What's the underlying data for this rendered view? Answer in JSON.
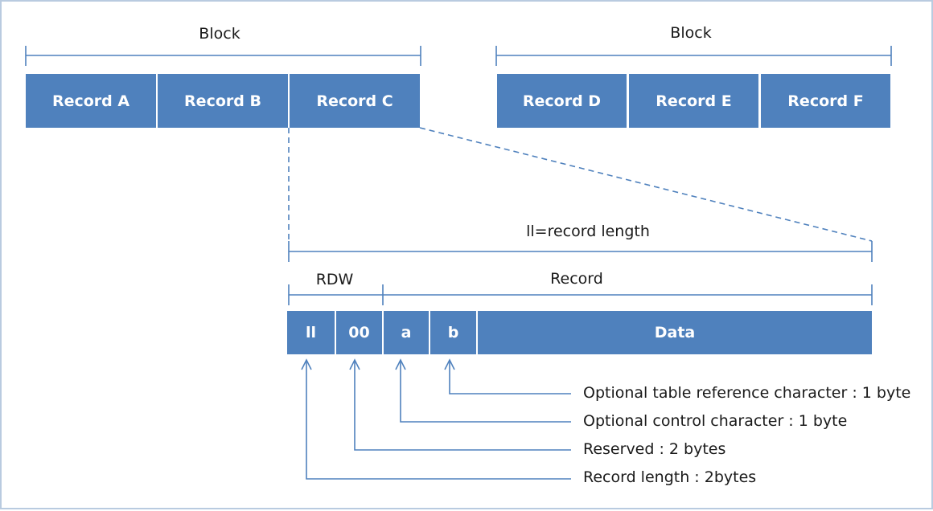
{
  "colors": {
    "box_fill": "#4f81bd",
    "line": "#4f81bd",
    "text": "#1a1a1a",
    "frame": "#b9cbe0"
  },
  "blocks": [
    {
      "label": "Block",
      "records": [
        "Record A",
        "Record B",
        "Record C"
      ]
    },
    {
      "label": "Block",
      "records": [
        "Record D",
        "Record E",
        "Record F"
      ]
    }
  ],
  "detail": {
    "length_label": "ll=record length",
    "rdw_label": "RDW",
    "record_label": "Record",
    "fields": [
      "ll",
      "00",
      "a",
      "b",
      "Data"
    ]
  },
  "annotations": [
    "Optional table reference character : 1 byte",
    "Optional control character : 1 byte",
    "Reserved : 2 bytes",
    "Record length : 2bytes"
  ]
}
